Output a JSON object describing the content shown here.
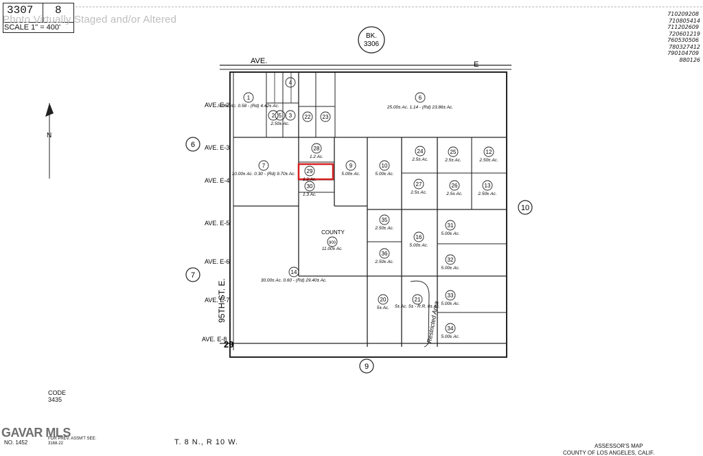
{
  "header": {
    "book_page": "3307",
    "page_sub": "8",
    "watermark": "Photo Virtually Staged and/or Altered",
    "scale": "SCALE 1\" = 400'"
  },
  "doc_numbers": [
    "710209208",
    "710805414",
    "711202609",
    "720601219",
    "760530506",
    "780327412",
    "790104709",
    "880126"
  ],
  "book_ref": {
    "label": "BK.",
    "number": "3306"
  },
  "streets": {
    "top": "AVE.",
    "top_right": "E",
    "side": "95TH ST. E.",
    "side_left": [
      "AVE. E-2",
      "AVE. E-3",
      "AVE. E-4",
      "AVE. E-5",
      "AVE. E-6",
      "AVE. E-7",
      "AVE. E-8"
    ],
    "bottom_number": "29"
  },
  "sections": [
    "6",
    "7",
    "9",
    "10"
  ],
  "parcels": [
    {
      "id": "1",
      "area": "5.00± Ac. 0.58 - (Rd) 4.42± Ac."
    },
    {
      "id": "2",
      "area": ""
    },
    {
      "id": "3",
      "area": ""
    },
    {
      "id": "4",
      "area": ""
    },
    {
      "id": "5",
      "area": "2.50± Ac."
    },
    {
      "id": "6",
      "area": "25.00± Ac. 1.14 - (Rd) 23.86± Ac."
    },
    {
      "id": "7",
      "area": "10.00± Ac. 0.30 - (Rd) 9.70± Ac."
    },
    {
      "id": "9",
      "area": "5.00± Ac."
    },
    {
      "id": "10",
      "area": "5.00± Ac."
    },
    {
      "id": "12",
      "area": "2.50± Ac."
    },
    {
      "id": "13",
      "area": "2.50± Ac."
    },
    {
      "id": "14",
      "area": "30.00± Ac. 0.60 - (Rd) 29.40± Ac."
    },
    {
      "id": "16",
      "area": "5.00± Ac."
    },
    {
      "id": "20",
      "area": "5± Ac."
    },
    {
      "id": "21",
      "area": "5± Ac. 5± - R.R. 0± Ac."
    },
    {
      "id": "22",
      "area": ""
    },
    {
      "id": "23",
      "area": ""
    },
    {
      "id": "24",
      "area": "2.5± Ac."
    },
    {
      "id": "25",
      "area": "2.5± Ac."
    },
    {
      "id": "26",
      "area": "2.5± Ac."
    },
    {
      "id": "27",
      "area": "2.5± Ac."
    },
    {
      "id": "28",
      "area": "1.2 Ac."
    },
    {
      "id": "29",
      "area": "1.2 Ac."
    },
    {
      "id": "30",
      "area": "1.3 Ac."
    },
    {
      "id": "31",
      "area": "5.00± Ac."
    },
    {
      "id": "32",
      "area": "5.00± Ac."
    },
    {
      "id": "33",
      "area": "5.00± Ac."
    },
    {
      "id": "34",
      "area": "5.00± Ac."
    },
    {
      "id": "35",
      "area": "2.50± Ac."
    },
    {
      "id": "36",
      "area": "2.50± Ac."
    },
    {
      "id": "900",
      "area": "11.00± Ac."
    }
  ],
  "county_label": "COUNTY",
  "restricted_label": "Restricted Area",
  "highlight_parcel": "29",
  "highlight_color": "#d32020",
  "code": {
    "label": "CODE",
    "value": "3435"
  },
  "mls_watermark": "GAVAR MLS",
  "footer": {
    "tract": "NO. 1452",
    "assmt": "FOR PREV. ASSM'T SEE: 3168-22",
    "township": "T. 8 N., R 10 W.",
    "assessor_title": "ASSESSOR'S MAP",
    "assessor_sub": "COUNTY OF LOS ANGELES, CALIF."
  }
}
